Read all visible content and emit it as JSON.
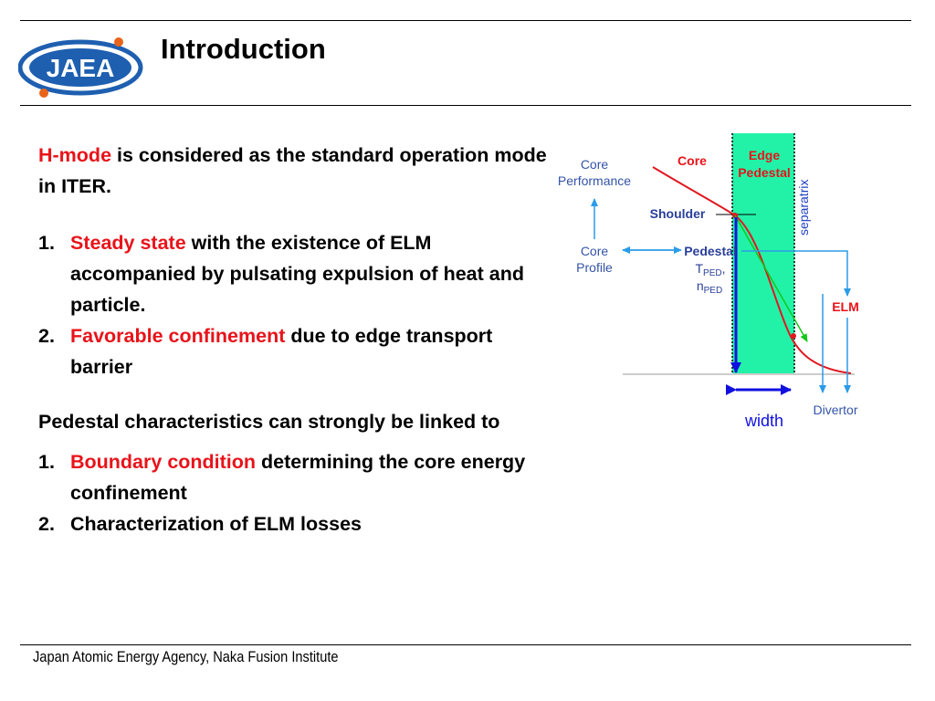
{
  "slide": {
    "title": "Introduction",
    "logo_text": "JAEA",
    "footer": "Japan Atomic Energy Agency, Naka Fusion Institute"
  },
  "intro": {
    "highlight": "H-mode",
    "rest": " is considered as the standard operation mode in ITER."
  },
  "list1": [
    {
      "num": "1.",
      "highlight": "Steady state",
      "rest": " with the existence of ELM accompanied by pulsating expulsion of heat and particle."
    },
    {
      "num": "2.",
      "highlight": "Favorable confinement",
      "rest": " due to edge transport barrier"
    }
  ],
  "pedestal_heading": "Pedestal characteristics can strongly be linked to",
  "list2": [
    {
      "num": "1.",
      "highlight": "Boundary condition",
      "rest": " determining the core energy confinement"
    },
    {
      "num": "2.",
      "highlight": "",
      "rest": "Characterization of ELM losses"
    }
  ],
  "diagram": {
    "core_performance": [
      "Core",
      "Performance"
    ],
    "core_profile": [
      "Core",
      "Profile"
    ],
    "core": "Core",
    "edge_pedestal": [
      "Edge",
      "Pedestal"
    ],
    "separatrix": "separatrix",
    "shoulder": "Shoulder",
    "pedestal": "Pedestal",
    "t_ped": {
      "main": "T",
      "sub": "PED",
      "after": ","
    },
    "n_ped": {
      "main": "n",
      "sub": "PED"
    },
    "elm": "ELM",
    "divertor": "Divertor",
    "width": "width"
  },
  "colors": {
    "highlight_red": "#e8131a",
    "edge_band_green": "#22f2a8",
    "label_blue": "#3454a8",
    "arrow_light_blue": "#2b9be8",
    "arrow_dark_blue": "#1010e0",
    "curve_red": "#e01820",
    "tangent_green": "#12c81a",
    "logo_blue": "#1e5fb0"
  }
}
